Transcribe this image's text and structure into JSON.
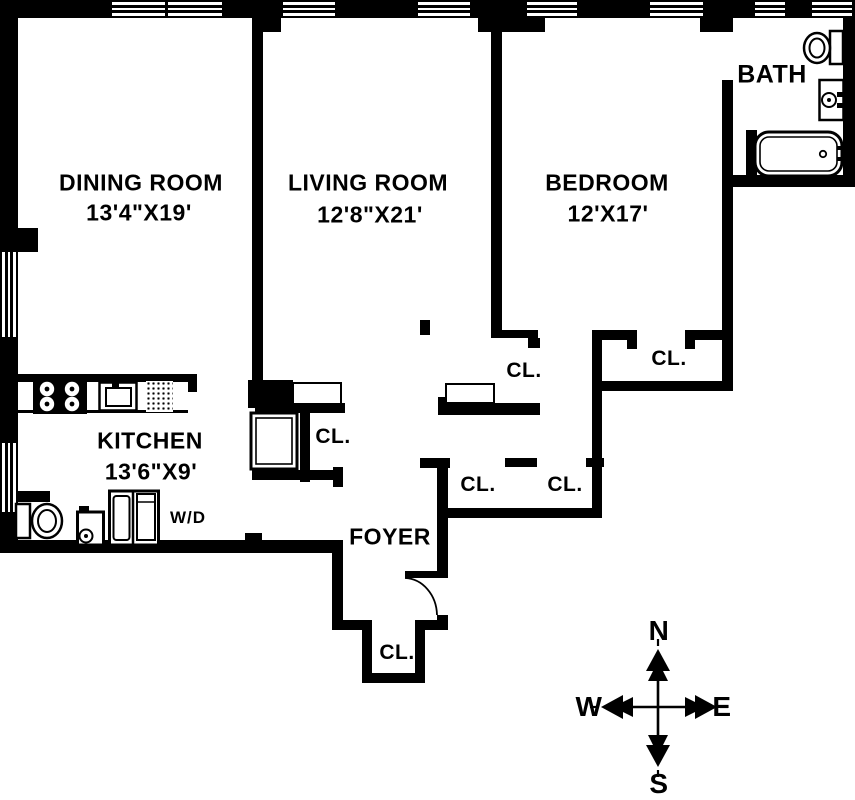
{
  "rooms": {
    "dining": {
      "name": "DINING ROOM",
      "dims": "13'4\"X19'"
    },
    "living": {
      "name": "LIVING ROOM",
      "dims": "12'8\"X21'"
    },
    "bedroom": {
      "name": "BEDROOM",
      "dims": "12'X17'"
    },
    "kitchen": {
      "name": "KITCHEN",
      "dims": "13'6\"X9'"
    },
    "bath": {
      "name": "BATH"
    },
    "foyer": {
      "name": "FOYER"
    }
  },
  "closets": {
    "label": "CL.",
    "count": 6
  },
  "laundry": {
    "label": "W/D"
  },
  "compass": {
    "north": "N",
    "south": "S",
    "east": "E",
    "west": "W"
  },
  "colors": {
    "wall": "#000000",
    "background": "#ffffff"
  }
}
